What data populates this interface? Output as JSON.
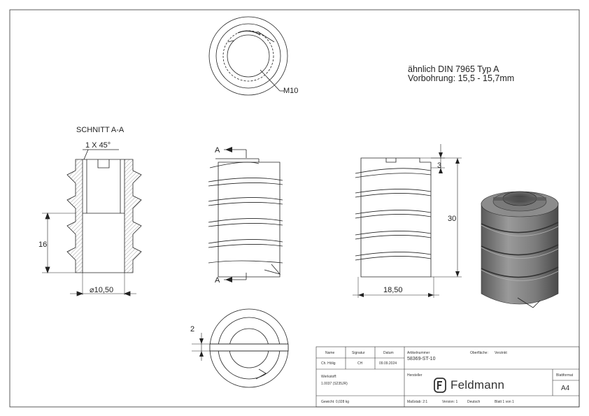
{
  "notes": {
    "line1": "ähnlich DIN 7965 Typ A",
    "line2": "Vorbohrung: 15,5 - 15,7mm"
  },
  "labels": {
    "section_title": "SCHNITT A-A",
    "chamfer": "1 X 45°",
    "thread": "M10",
    "dim_16": "16",
    "dim_diameter": "⌀10,50",
    "dim_3": "3",
    "dim_30": "30",
    "dim_18_50": "18,50",
    "dim_2": "2",
    "section_mark_top": "A",
    "section_mark_bottom": "A"
  },
  "title_block": {
    "headers": {
      "name": "Name",
      "signature": "Signatur",
      "date": "Datum"
    },
    "drawn_by": {
      "name": "Ch. Hölig",
      "signature": "CH",
      "date": "09.09.2024"
    },
    "article_label": "Artikelnummer",
    "article_value": "58369-ST-10",
    "surface_label": "Oberfläche:",
    "surface_value": "Verzinkt",
    "material_label": "Werkstoff:",
    "material_value": "1.0037 (S235JR)",
    "manufacturer_label": "Hersteller",
    "brand": "Feldmann",
    "format_label": "Blattformat",
    "format_value": "A4",
    "weight": "Gewicht: 0,028 kg",
    "scale": "Maßstab: 2:1",
    "version": "Version: 1",
    "language": "Deutsch",
    "sheet": "Blatt 1 von 1"
  },
  "colors": {
    "line": "#222222",
    "hatch": "#555555",
    "render_body": "#7a7a7a",
    "render_dark": "#3c3c3c",
    "brand": "#333333"
  }
}
